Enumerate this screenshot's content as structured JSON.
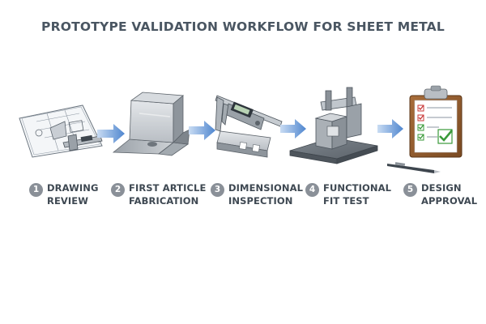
{
  "title": "PROTOTYPE VALIDATION WORKFLOW FOR SHEET METAL",
  "colors": {
    "arrow": "#5b8fd1",
    "badge": "#8a9098",
    "label_text": "#3e4852",
    "title_text": "#4a5662",
    "check_green": "#3a9a3a",
    "check_red": "#c83a3a"
  },
  "icons": [
    "drawing-sheet-icon",
    "bent-bracket-icon",
    "caliper-icon",
    "fit-test-fixture-icon",
    "clipboard-checklist-icon",
    "pen-icon"
  ],
  "steps": [
    {
      "number": "1",
      "line1": "DRAWING",
      "line2": "REVIEW"
    },
    {
      "number": "2",
      "line1": "FIRST ARTICLE",
      "line2": "FABRICATION"
    },
    {
      "number": "3",
      "line1": "DIMENSIONAL",
      "line2": "INSPECTION"
    },
    {
      "number": "4",
      "line1": "FUNCTIONAL",
      "line2": "FIT TEST"
    },
    {
      "number": "5",
      "line1": "DESIGN",
      "line2": "APPROVAL"
    }
  ]
}
